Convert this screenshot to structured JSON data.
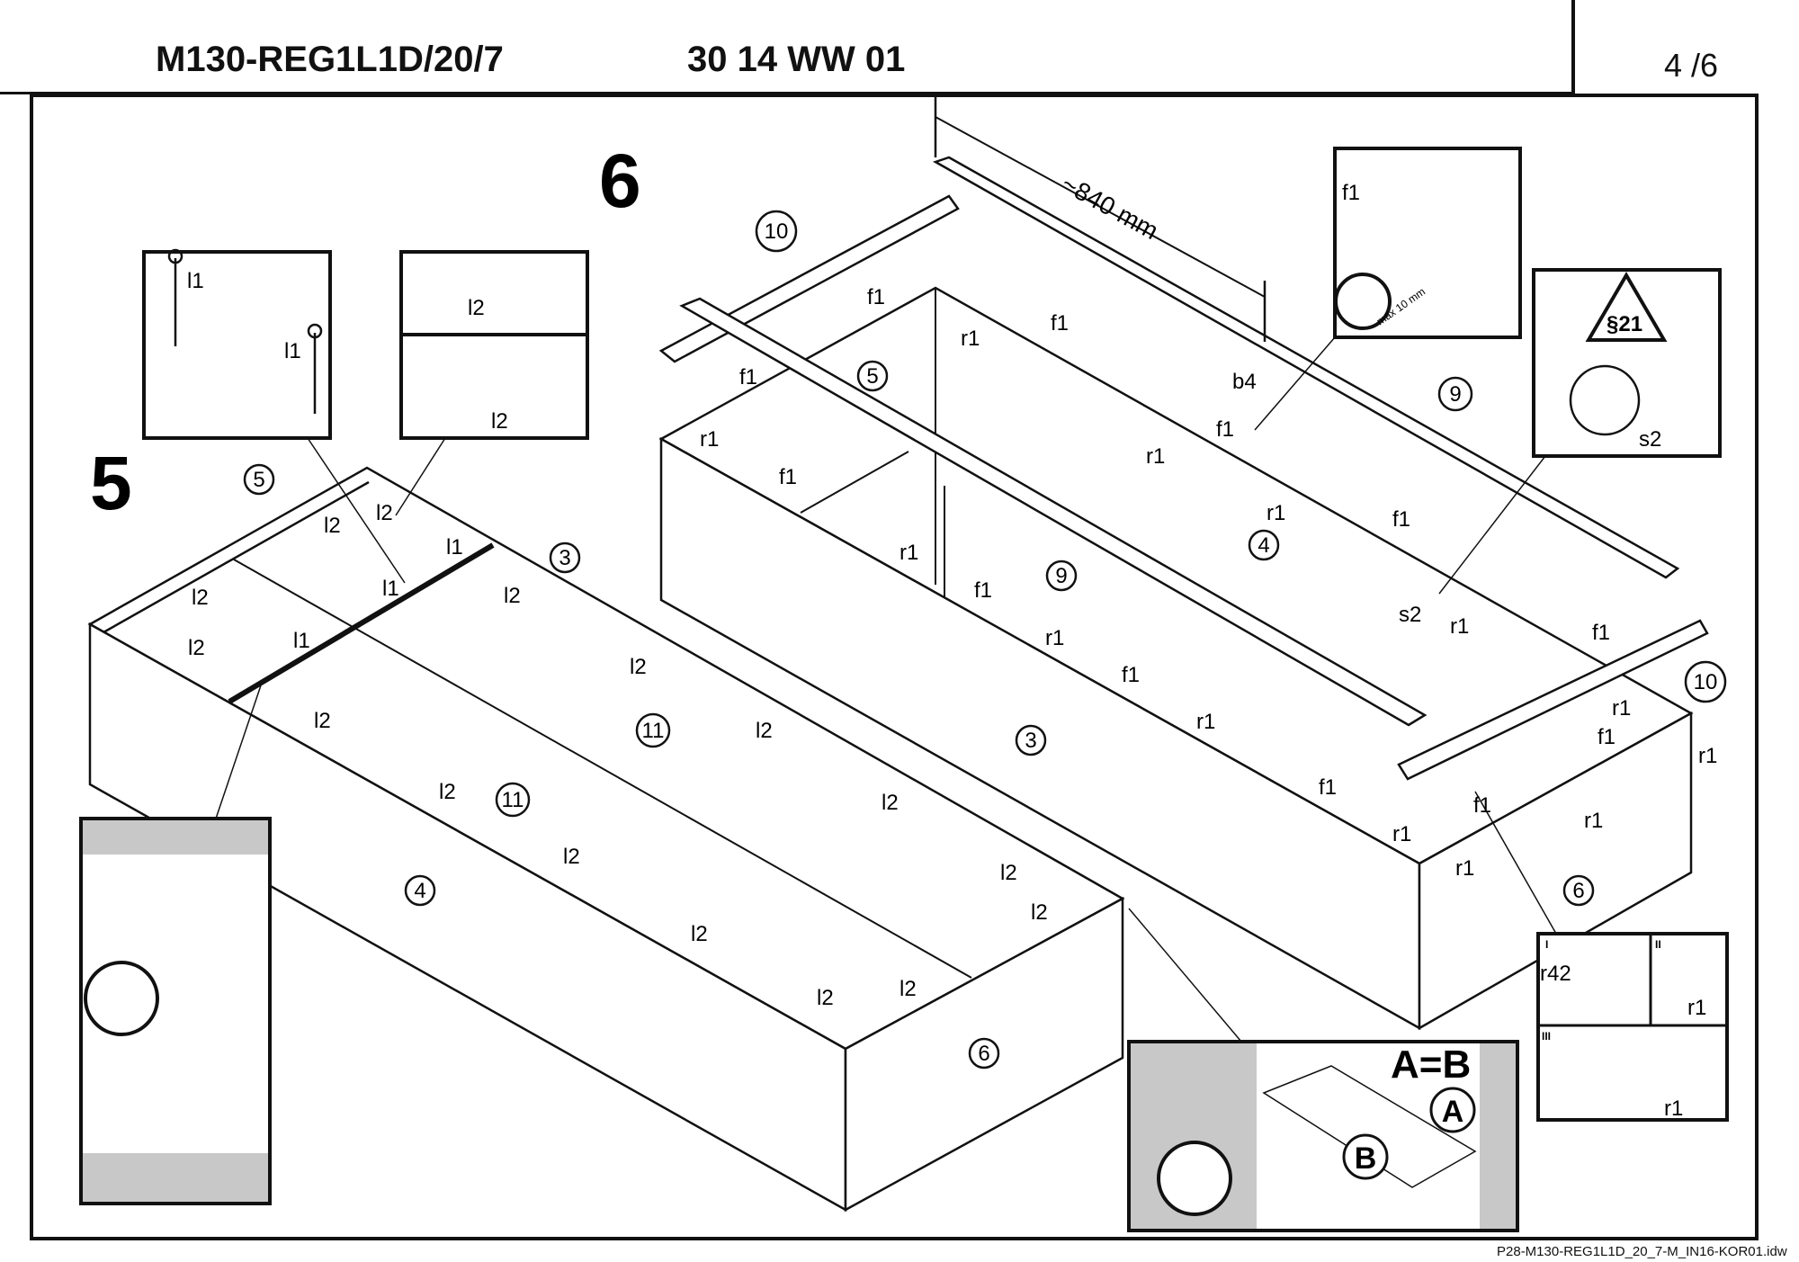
{
  "header": {
    "model_code": "M130-REG1L1D/20/7",
    "article_code": "30 14 WW 01",
    "page": "4 /6"
  },
  "footer": {
    "file_name": "P28-M130-REG1L1D_20_7-M_IN16-KOR01.idw"
  },
  "steps": {
    "step_5": "5",
    "step_6": "6"
  },
  "measure": {
    "length_label": "~840 mm"
  },
  "detail_texts": {
    "max_depth": "max 10 mm",
    "law_ref": "§21",
    "a_eq_b": "A=B",
    "a": "A",
    "b": "B",
    "sub_i": "I",
    "sub_ii": "II",
    "sub_iii": "III"
  },
  "part_numbers": {
    "p3": "3",
    "p4": "4",
    "p5": "5",
    "p6": "6",
    "p9": "9",
    "p10": "10",
    "p11": "11"
  },
  "fittings": {
    "f1": "f1",
    "r1": "r1",
    "l1": "l1",
    "l2": "l2",
    "s2": "s2",
    "b4": "b4",
    "r42": "r42"
  }
}
